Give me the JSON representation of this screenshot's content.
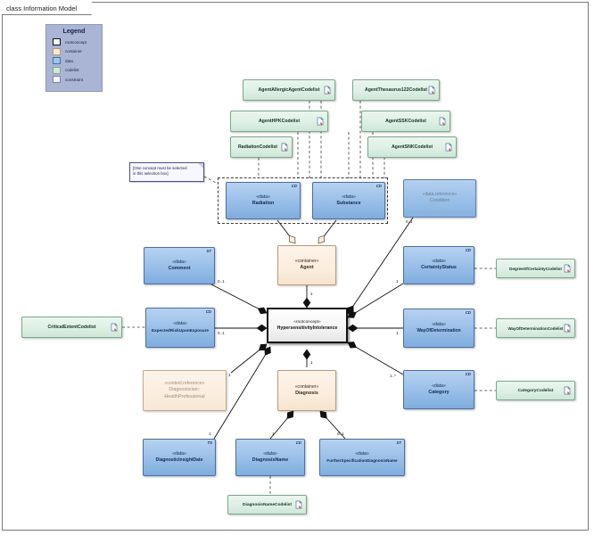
{
  "diagram": {
    "frame_label": "class Information Model",
    "title": "Information Model"
  },
  "legend": {
    "title": "Legend",
    "items": [
      {
        "label": "rootconcept",
        "color": "#ffffff"
      },
      {
        "label": "container",
        "color": "#fbe8d4"
      },
      {
        "label": "data",
        "color": "#9ec6ec"
      },
      {
        "label": "codelist",
        "color": "#cfe8d9"
      },
      {
        "label": "constraint",
        "color": "#f4f5ff"
      }
    ]
  },
  "root": {
    "stereotype": "«rootconcept»",
    "name": "HypersensitivityIntolerance"
  },
  "containers": [
    {
      "id": "agent",
      "stereotype": "«container»",
      "name": "Agent"
    },
    {
      "id": "diagnosis",
      "stereotype": "«container»",
      "name": "Diagnosis"
    }
  ],
  "context_references": [
    {
      "id": "diagnostician",
      "stereotype": "«context,reference»",
      "name": "Diagnostician::",
      "name2": "HealthProfessional"
    }
  ],
  "data_classes": [
    {
      "id": "radiation",
      "stereotype": "«data»",
      "name": "Radiation",
      "type": "CD"
    },
    {
      "id": "substance",
      "stereotype": "«data»",
      "name": "Substance",
      "type": "CD"
    },
    {
      "id": "condition",
      "stereotype": "«data,reference»",
      "name": "Condition",
      "type": ""
    },
    {
      "id": "comment",
      "stereotype": "«data»",
      "name": "Comment",
      "type": "ST"
    },
    {
      "id": "expectedrisk",
      "stereotype": "«data»",
      "name": "ExpectedRiskUponExposure",
      "type": "CD"
    },
    {
      "id": "certaintystatus",
      "stereotype": "«data»",
      "name": "CertaintyStatus",
      "type": "CD"
    },
    {
      "id": "wayofdet",
      "stereotype": "«data»",
      "name": "WayOfDetermination",
      "type": "CD"
    },
    {
      "id": "category",
      "stereotype": "«data»",
      "name": "Category",
      "type": "CD"
    },
    {
      "id": "diaginsight",
      "stereotype": "«data»",
      "name": "DiagnosticInsightDate",
      "type": "TS"
    },
    {
      "id": "diagname",
      "stereotype": "«data»",
      "name": "DiagnosisName",
      "type": "CD"
    },
    {
      "id": "furtherspec",
      "stereotype": "«data»",
      "name": "FurtherSpecificationDiagnosisName",
      "type": "ST"
    }
  ],
  "codelists": [
    {
      "id": "cl-allergic",
      "label": "AgentAllergicAgentCodelist"
    },
    {
      "id": "cl-thesaurus",
      "label": "AgentThesaurus122Codelist"
    },
    {
      "id": "cl-hpk",
      "label": "AgentHPKCodelist"
    },
    {
      "id": "cl-ssk",
      "label": "AgentSSKCodelist"
    },
    {
      "id": "cl-radiation",
      "label": "RadiationCodelist"
    },
    {
      "id": "cl-snk",
      "label": "AgentSNKCodelist"
    },
    {
      "id": "cl-critical",
      "label": "CriticalExtentCodelist"
    },
    {
      "id": "cl-degree",
      "label": "DegreeOfCertaintyCodelist"
    },
    {
      "id": "cl-wayofdet",
      "label": "WayOfDeterminationCodelist"
    },
    {
      "id": "cl-category",
      "label": "CategoryCodelist"
    },
    {
      "id": "cl-diagname",
      "label": "DiagnosisNameCodelist"
    }
  ],
  "notes": [
    {
      "id": "selection-note",
      "line1": "[One concept must be selected",
      "line2": "in this selection box]"
    }
  ],
  "multiplicities": {
    "comment": "0..1",
    "expectedrisk": "0..1",
    "condition": "0..1",
    "certaintystatus": "1",
    "wayofdetermination": "1",
    "category": "1..*",
    "agent": "1",
    "diagnosis": "1",
    "diagnostician": "1",
    "diaginsight": "1",
    "diagname": "1",
    "furtherspec": "0..1"
  },
  "colors": {
    "data": "#9ec6ec",
    "container": "#fbe8d4",
    "codelist": "#cfe8d9",
    "rootconcept": "#ffffff",
    "constraint": "#f7f8ff",
    "legend_bg": "#aab4d4"
  }
}
